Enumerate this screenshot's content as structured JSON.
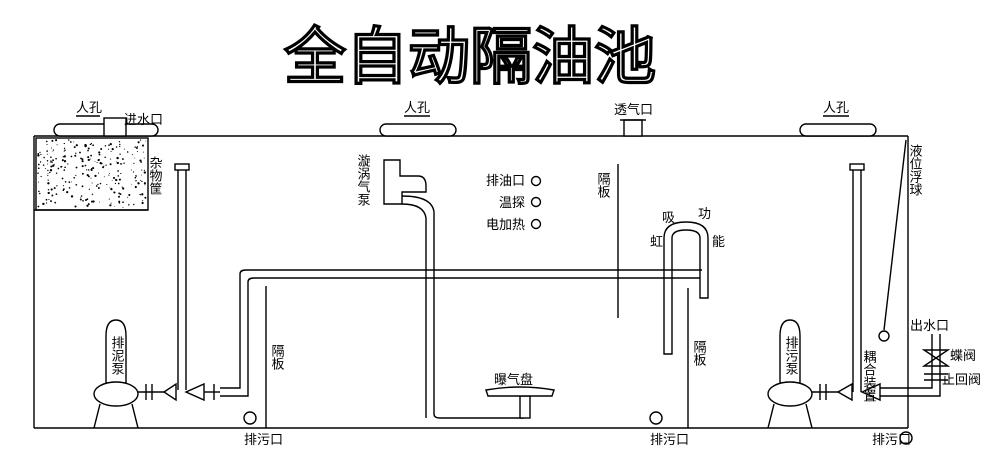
{
  "title": "全自动隔油池",
  "labels": {
    "manhole_1": "人孔",
    "manhole_2": "人孔",
    "manhole_3": "人孔",
    "inlet": "进水口",
    "vent": "透气口",
    "debris_tube": "杂物筐",
    "vortex_pump": "漩涡气泵",
    "oil_outlet": "排油口",
    "temp_probe": "温探",
    "electric_heating": "电加热",
    "partition_top": "隔板",
    "siphon_left": "吸",
    "siphon_right": "功",
    "siphon_left2": "虹",
    "siphon_right2": "能",
    "level_float": "液位浮球",
    "sludge_pump": "排泥泵",
    "partition_left": "隔板",
    "aerator": "曝气盘",
    "sewage_pump": "排污泵",
    "partition_mid": "隔板",
    "coupling": "耦合装置",
    "outlet": "出水口",
    "butterfly_valve": "蝶阀",
    "check_valve": "止回阀",
    "drain_1": "排污口",
    "drain_2": "排污口",
    "drain_3": "排污口"
  }
}
